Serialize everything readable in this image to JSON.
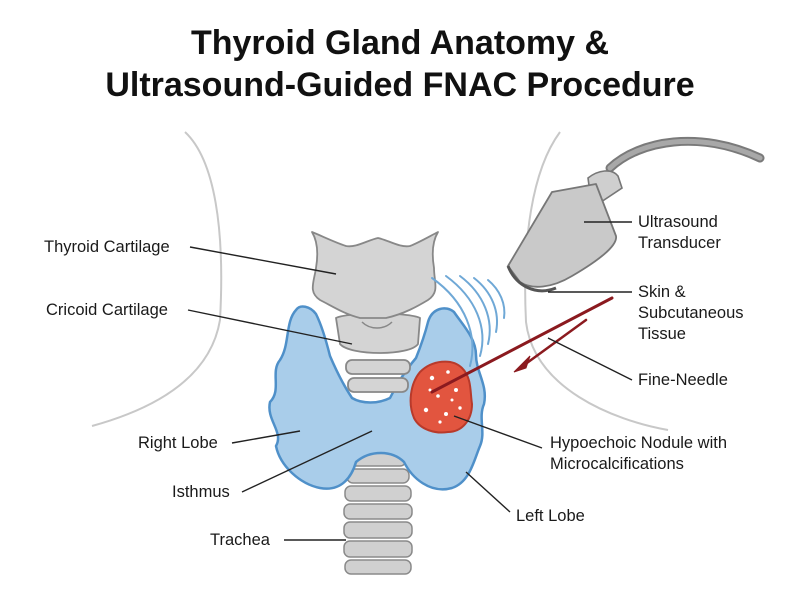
{
  "title": {
    "line1": "Thyroid Gland Anatomy &",
    "line2": "Ultrasound-Guided FNAC Procedure"
  },
  "labels": {
    "thyroid_cartilage": "Thyroid Cartilage",
    "cricoid_cartilage": "Cricoid Cartilage",
    "right_lobe": "Right Lobe",
    "isthmus": "Isthmus",
    "trachea": "Trachea",
    "ultrasound_transducer_1": "Ultrasound",
    "ultrasound_transducer_2": "Transducer",
    "skin_1": "Skin &",
    "skin_2": "Subcutaneous",
    "skin_3": "Tissue",
    "fine_needle": "Fine-Needle",
    "nodule_1": "Hypoechoic Nodule with",
    "nodule_2": "Microcalcifications",
    "left_lobe": "Left Lobe"
  },
  "colors": {
    "thyroid_fill": "#a9cdea",
    "thyroid_stroke": "#4f90c9",
    "cartilage_fill": "#d4d4d4",
    "cartilage_stroke": "#888888",
    "nodule_fill": "#e2553f",
    "needle": "#8b1a1f",
    "waves": "#6fa8d6"
  }
}
